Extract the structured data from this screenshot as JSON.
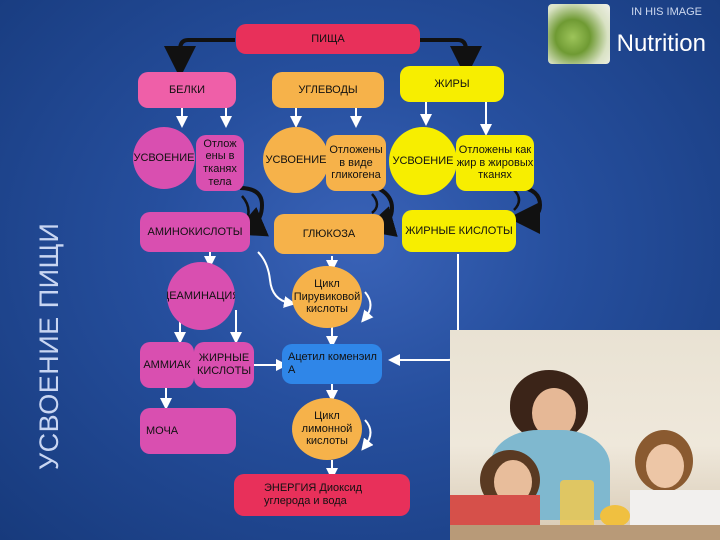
{
  "side_title": "УСВОЕНИЕ ПИЩИ",
  "brand": {
    "tagline": "IN HIS IMAGE",
    "name": "Nutrition"
  },
  "nodes": {
    "food": "ПИЩА",
    "proteins": "БЕЛКИ",
    "carbs": "УГЛЕВОДЫ",
    "fats": "ЖИРЫ",
    "assim_proteins": "УСВОЕНИЕ",
    "assim_carbs": "УСВОЕНИЕ",
    "assim_fats": "УСВОЕНИЕ",
    "deposit_tissue": "Отлож ены в тканях тела",
    "deposit_glycogen": "Отложены в виде гликогена",
    "deposit_fat": "Отложены как жир в жировых тканях",
    "amino": "АМИНОКИСЛОТЫ",
    "glucose": "ГЛЮКОЗА",
    "fatty_acids_top": "ЖИРНЫЕ КИСЛОТЫ",
    "deamination": "ДЕАМИНАЦИЯ",
    "pyruvic": "Цикл Пирувиковой кислоты",
    "ammonia": "АММИАК",
    "fatty_acids_mid": "ЖИРНЫЕ КИСЛОТЫ",
    "acetyl": "Ацетил коменэил А",
    "urine": "МОЧА",
    "citric": "Цикл лимонной кислоты",
    "energy": "ЭНЕРГИЯ Диоксид углерода и вода"
  },
  "colors": {
    "red": "#e8305a",
    "pink": "#ef5fa8",
    "magenta": "#d94fb0",
    "orange": "#f6b24a",
    "yellow": "#f7ee00",
    "blue": "#2f86e8",
    "background": "#264f9e"
  },
  "icons": [
    "arrow-icon"
  ]
}
